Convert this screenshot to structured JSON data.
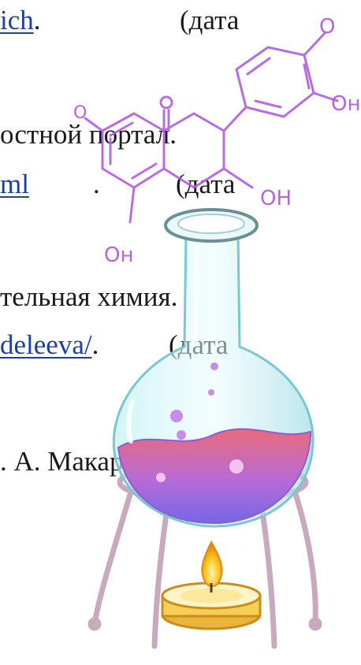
{
  "document": {
    "lines": [
      {
        "link": "ich",
        "text": ".",
        "tail": "(дата"
      },
      {
        "text": "остной портал."
      },
      {
        "link": "ml",
        "text": ".",
        "tail": "(дата"
      },
      {
        "text": "тельная  химия."
      },
      {
        "link": "deleeva/",
        "text": ".",
        "tail": "(дата"
      },
      {
        "text": ". А. Макареня,"
      }
    ]
  },
  "illustration": {
    "molecule_labels": [
      "Он",
      "O",
      "O",
      "OH",
      "Он"
    ],
    "colors": {
      "molecule": "#b15de0",
      "flask_glass": "#9fe0e6",
      "liquid_top": "#ea6b7c",
      "liquid_bottom": "#7567e6",
      "stand": "#c9a9bc",
      "flame": "#f7c21c"
    }
  }
}
